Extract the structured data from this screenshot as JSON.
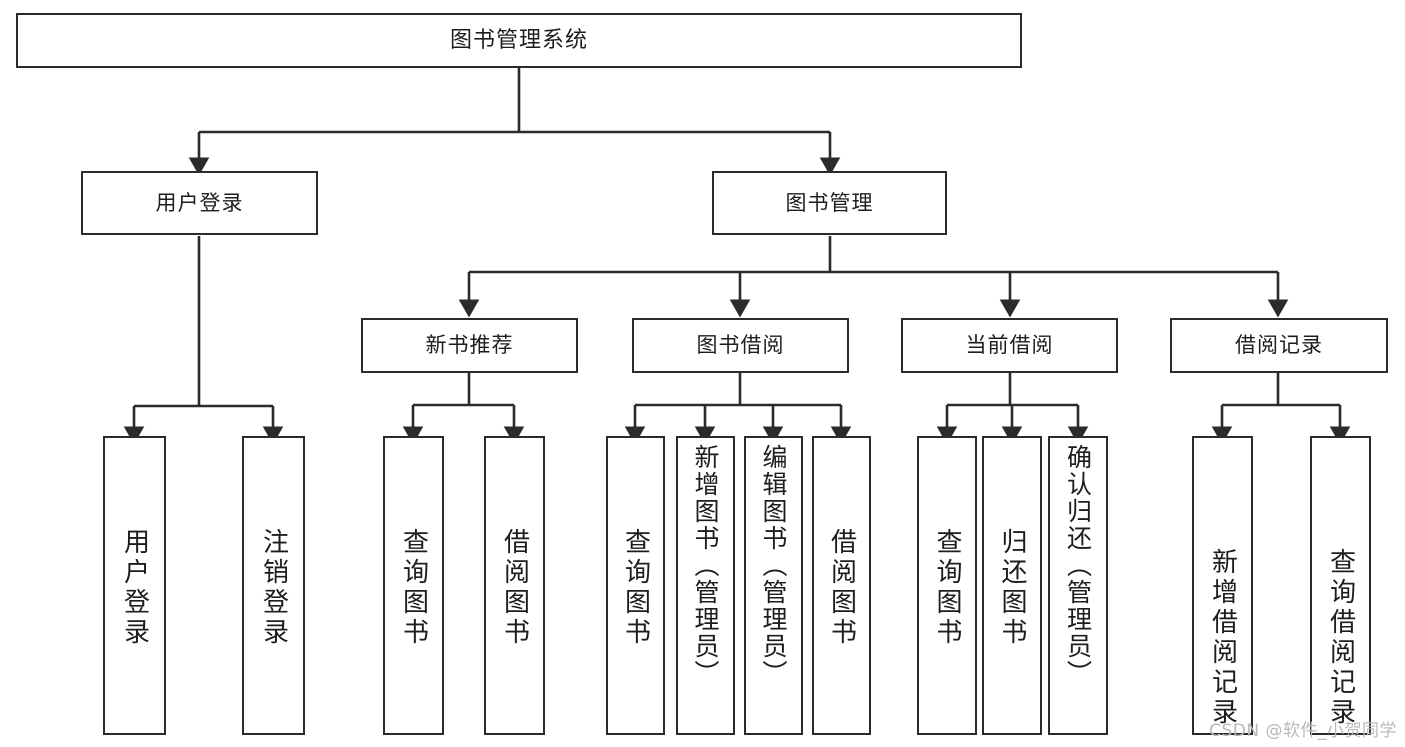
{
  "diagram": {
    "title": "图书管理系统",
    "type": "tree",
    "watermark": "CSDN @软件_小贺同学",
    "colors": {
      "node_border": "#2b2b2b",
      "node_fill": "#ffffff",
      "edge": "#2b2b2b",
      "text": "#1d1d1d",
      "watermark": "#b9b9b9"
    },
    "levels": {
      "root": "图书管理系统",
      "level1": [
        "用户登录",
        "图书管理"
      ],
      "level2": [
        "新书推荐",
        "图书借阅",
        "当前借阅",
        "借阅记录"
      ],
      "level3": [
        "用户登录",
        "注销登录",
        "查询图书",
        "借阅图书",
        "查询图书",
        "新增图书（管理员）",
        "编辑图书（管理员）",
        "借阅图书",
        "查询图书",
        "归还图书",
        "确认归还（管理员）",
        "新增借阅记录",
        "查询借阅记录"
      ]
    },
    "nodes": {
      "root": {
        "label": "图书管理系统"
      },
      "user_login": {
        "label": "用户登录"
      },
      "book_manage": {
        "label": "图书管理"
      },
      "new_book_rec": {
        "label": "新书推荐"
      },
      "book_borrow": {
        "label": "图书借阅"
      },
      "current_borrow": {
        "label": "当前借阅"
      },
      "borrow_record": {
        "label": "借阅记录"
      },
      "leaf_user_login": {
        "label": "用户登录"
      },
      "leaf_logout": {
        "label": "注销登录"
      },
      "leaf_query_book_1": {
        "label": "查询图书"
      },
      "leaf_borrow_book_1": {
        "label": "借阅图书"
      },
      "leaf_query_book_2": {
        "label": "查询图书"
      },
      "leaf_add_book_admin": {
        "label": "新增图书（管理员）"
      },
      "leaf_edit_book_admin": {
        "label": "编辑图书（管理员）"
      },
      "leaf_borrow_book_2": {
        "label": "借阅图书"
      },
      "leaf_query_book_3": {
        "label": "查询图书"
      },
      "leaf_return_book": {
        "label": "归还图书"
      },
      "leaf_confirm_return_admin": {
        "label": "确认归还（管理员）"
      },
      "leaf_add_record": {
        "label": "新增借阅记录"
      },
      "leaf_query_record": {
        "label": "查询借阅记录"
      }
    },
    "edges": [
      {
        "from": "root",
        "to": "user_login"
      },
      {
        "from": "root",
        "to": "book_manage"
      },
      {
        "from": "user_login",
        "to": "leaf_user_login"
      },
      {
        "from": "user_login",
        "to": "leaf_logout"
      },
      {
        "from": "book_manage",
        "to": "new_book_rec"
      },
      {
        "from": "book_manage",
        "to": "book_borrow"
      },
      {
        "from": "book_manage",
        "to": "current_borrow"
      },
      {
        "from": "book_manage",
        "to": "borrow_record"
      },
      {
        "from": "new_book_rec",
        "to": "leaf_query_book_1"
      },
      {
        "from": "new_book_rec",
        "to": "leaf_borrow_book_1"
      },
      {
        "from": "book_borrow",
        "to": "leaf_query_book_2"
      },
      {
        "from": "book_borrow",
        "to": "leaf_add_book_admin"
      },
      {
        "from": "book_borrow",
        "to": "leaf_edit_book_admin"
      },
      {
        "from": "book_borrow",
        "to": "leaf_borrow_book_2"
      },
      {
        "from": "current_borrow",
        "to": "leaf_query_book_3"
      },
      {
        "from": "current_borrow",
        "to": "leaf_return_book"
      },
      {
        "from": "current_borrow",
        "to": "leaf_confirm_return_admin"
      },
      {
        "from": "borrow_record",
        "to": "leaf_add_record"
      },
      {
        "from": "borrow_record",
        "to": "leaf_query_record"
      }
    ]
  }
}
